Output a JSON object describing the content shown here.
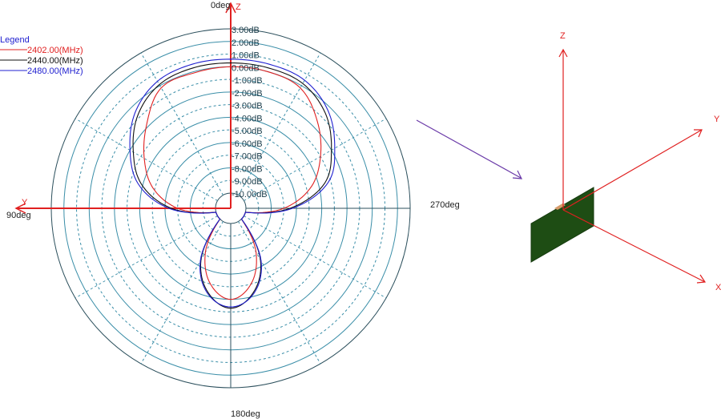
{
  "chart_data": {
    "type": "line",
    "subtype": "polar",
    "angle_labels": {
      "top": "0deg",
      "left": "90deg",
      "right": "270deg",
      "bottom": "180deg"
    },
    "angle_direction": "counterclockwise",
    "radial_axis": {
      "unit": "dB",
      "range": [
        -10,
        3
      ],
      "tick_labels": [
        "3.00dB",
        "2.00dB",
        "1.00dB",
        "0.00dB",
        "-1.00dB",
        "-2.00dB",
        "-3.00dB",
        "-4.00dB",
        "-5.00dB",
        "-6.00dB",
        "-7.00dB",
        "-8.00dB",
        "-9.00dB",
        "-10.00dB"
      ]
    },
    "axis_labels": {
      "vertical": "Z",
      "horizontal": "Y"
    },
    "legend": {
      "title": "Legend",
      "position": "top-left"
    },
    "grid": true,
    "angles_deg": [
      0,
      15,
      30,
      45,
      60,
      75,
      90,
      105,
      120,
      135,
      150,
      165,
      180,
      195,
      210,
      225,
      240,
      255,
      270,
      285,
      300,
      315,
      330,
      345
    ],
    "series": [
      {
        "name": "2402.00(MHz)",
        "color": "#e02020",
        "values": [
          0.0,
          -0.1,
          -0.2,
          -1.8,
          -3.3,
          -4.8,
          -7.0,
          -10,
          -10,
          -10,
          -7.2,
          -5.0,
          -4.0,
          -5.0,
          -7.2,
          -10,
          -10,
          -10,
          -7.0,
          -4.6,
          -3.0,
          -1.5,
          -0.2,
          0.0
        ]
      },
      {
        "name": "2440.00(MHz)",
        "color": "#111111",
        "values": [
          0.3,
          0.3,
          0.1,
          -0.8,
          -2.3,
          -3.9,
          -6.5,
          -10,
          -10,
          -10,
          -6.5,
          -4.3,
          -3.3,
          -4.3,
          -6.5,
          -10,
          -10,
          -10,
          -6.5,
          -3.5,
          -2.0,
          -0.6,
          0.2,
          0.3
        ]
      },
      {
        "name": "2480.00(MHz)",
        "color": "#2020d0",
        "values": [
          0.6,
          0.6,
          0.4,
          -0.5,
          -2.0,
          -3.6,
          -6.3,
          -10,
          -10,
          -10,
          -6.4,
          -4.2,
          -3.4,
          -4.2,
          -6.4,
          -10,
          -10,
          -10,
          -6.3,
          -3.2,
          -1.7,
          -0.3,
          0.5,
          0.6
        ]
      }
    ]
  },
  "diagram": {
    "axis_labels": {
      "z": "Z",
      "y": "Y",
      "x": "X"
    },
    "axis_color": "#e02020",
    "board_color": "#1e4d14",
    "arrow_color": "#6a3aa8"
  }
}
